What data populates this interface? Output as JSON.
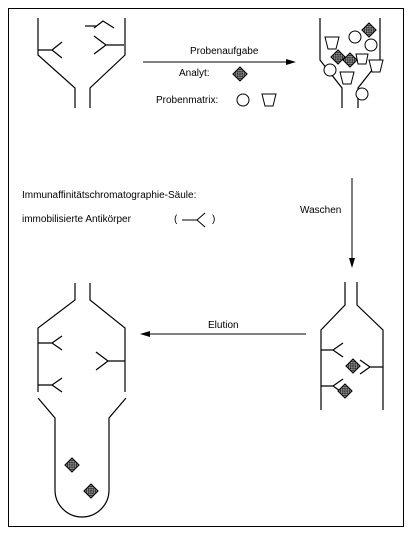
{
  "labels": {
    "loading": "Probenaufgabe",
    "analyte": "Analyt:",
    "matrix": "Probenmatrix:",
    "washing": "Waschen",
    "elution": "Elution",
    "column_title": "Immunaffinitätschromatographie-Säule:",
    "antibodies": "immobilisierte Antikörper",
    "paren_open": "(",
    "paren_close": ")"
  }
}
